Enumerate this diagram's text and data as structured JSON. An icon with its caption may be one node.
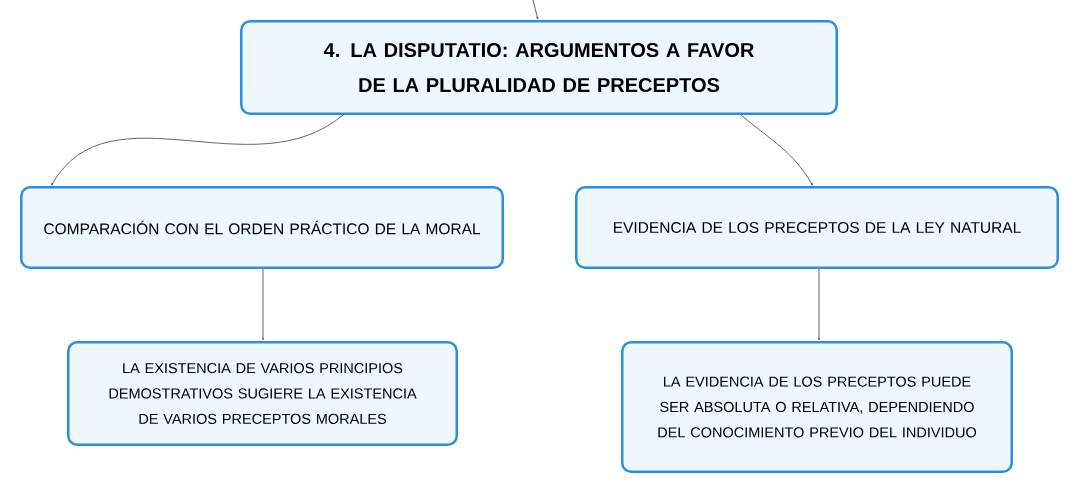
{
  "diagram": {
    "nodes": [
      {
        "text": [
          "4. LA DISPUTATIO: ARGUMENTOS A FAVOR DE LA PLURALIDAD DE PRECEPTOS"
        ]
      },
      {
        "text": [
          "COMPARACIÓN CON EL ORDEN PRÁCTICO DE LA MORAL"
        ]
      },
      {
        "text": [
          "EVIDENCIA DE LOS PRECEPTOS DE LA LEY NATURAL"
        ]
      },
      {
        "text": [
          "LA EXISTENCIA DE VARIOS PRINCIPIOS DEMOSTRATIVOS SUGIERE LA EXISTENCIA DE VARIOS PRECEPTOS MORALES"
        ]
      },
      {
        "text": [
          "LA EVIDENCIA DE LOS PRECEPTOS PUEDE SER ABSOLUTA O RELATIVA, DEPENDIENDO DEL CONOCIMIENTO PREVIO DEL INDIVIDUO"
        ]
      }
    ],
    "edges": [
      {
        "from": null,
        "to": 0,
        "arrow": "to"
      },
      {
        "from": 0,
        "to": 1,
        "arrow": "to"
      },
      {
        "from": 0,
        "to": 2,
        "arrow": "to"
      },
      {
        "from": 1,
        "to": 3,
        "arrow": "to"
      },
      {
        "from": 2,
        "to": 4,
        "arrow": "to"
      }
    ]
  }
}
